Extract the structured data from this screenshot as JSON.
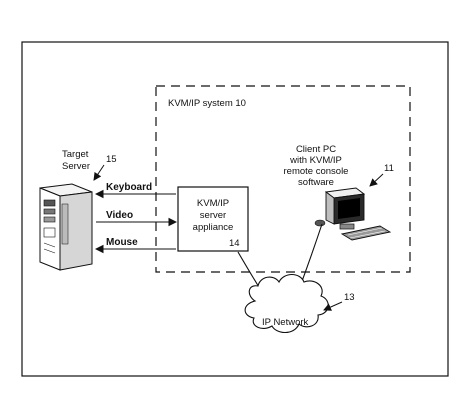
{
  "system": {
    "label": "KVM/IP system 10"
  },
  "target_server": {
    "label_line1": "Target",
    "label_line2": "Server",
    "ref": "15"
  },
  "appliance": {
    "line1": "KVM/IP",
    "line2": "server",
    "line3": "appliance",
    "ref": "14"
  },
  "signals": {
    "keyboard": "Keyboard",
    "video": "Video",
    "mouse": "Mouse"
  },
  "client": {
    "line1": "Client PC",
    "line2": "with KVM/IP",
    "line3": "remote console",
    "line4": "software",
    "ref": "11"
  },
  "network": {
    "label": "IP Network",
    "ref": "13"
  },
  "icons": {
    "server": "tower-server-icon",
    "client": "desktop-computer-icon",
    "network": "cloud-icon"
  }
}
